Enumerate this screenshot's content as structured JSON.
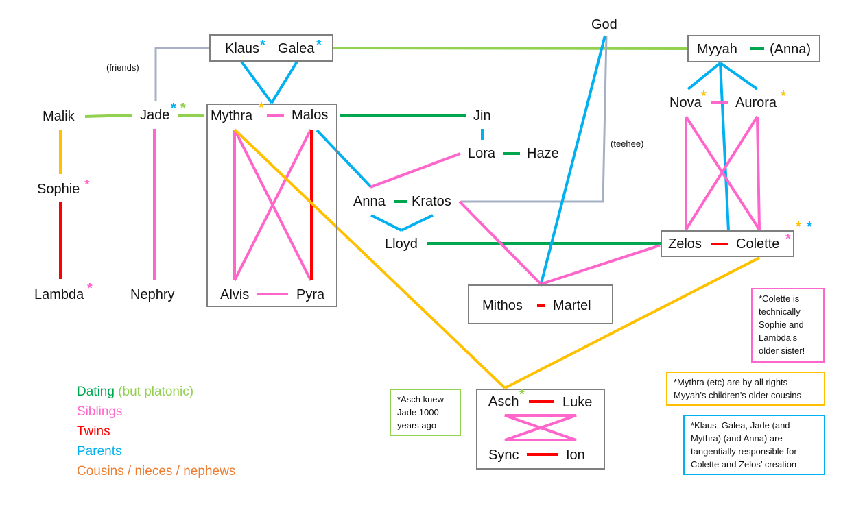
{
  "colors": {
    "dating": "#00a550",
    "platonic": "#92d050",
    "siblings": "#ff66cc",
    "twins": "#ff0000",
    "parents": "#00b0f0",
    "cousins": "#ffc000",
    "cousins_legend": "#ed7d31",
    "other": "#a6b0c5",
    "box_border": "#7f7f7f"
  },
  "names": {
    "god": "God",
    "klaus": "Klaus",
    "galea": "Galea",
    "myyah": "Myyah",
    "anna_paren": "(Anna)",
    "malik": "Malik",
    "jade": "Jade",
    "mythra": "Mythra",
    "malos": "Malos",
    "jin": "Jin",
    "nova": "Nova",
    "aurora": "Aurora",
    "lora": "Lora",
    "haze": "Haze",
    "sophie": "Sophie",
    "anna": "Anna",
    "kratos": "Kratos",
    "lloyd": "Lloyd",
    "zelos": "Zelos",
    "colette": "Colette",
    "lambda": "Lambda",
    "nephry": "Nephry",
    "alvis": "Alvis",
    "pyra": "Pyra",
    "mithos": "Mithos",
    "martel": "Martel",
    "asch": "Asch",
    "luke": "Luke",
    "sync": "Sync",
    "ion": "Ion"
  },
  "annotations": {
    "friends": "(friends)",
    "teehee": "(teehee)"
  },
  "notes": {
    "colette": "*Colette is technically Sophie and Lambda’s older sister!",
    "mythra": "*Mythra (etc) are by all rights Myyah’s children’s older cousins",
    "klaus": "*Klaus, Galea, Jade (and Mythra) (and Anna) are tangentially responsible for Colette and Zelos’ creation",
    "asch": "*Asch knew Jade 1000 years ago"
  },
  "legend": {
    "dating": "Dating",
    "platonic": "(but platonic)",
    "siblings": "Siblings",
    "twins": "Twins",
    "parents": "Parents",
    "cousins": "Cousins / nieces / nephews"
  }
}
